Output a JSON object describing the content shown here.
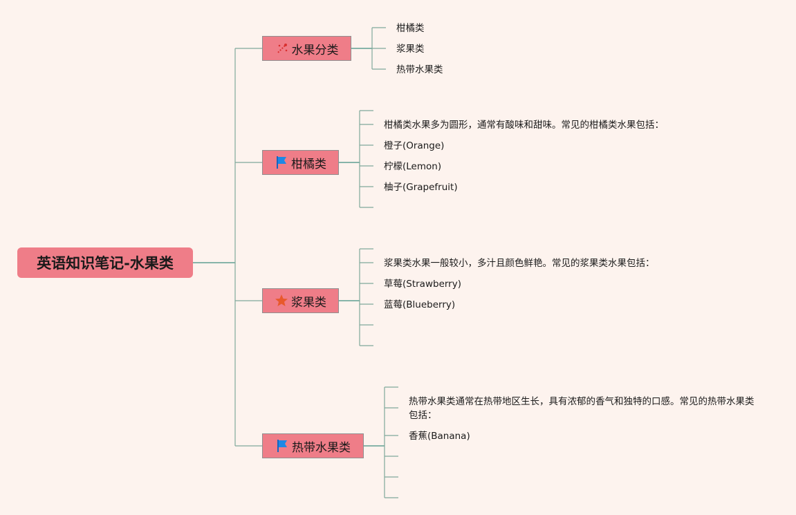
{
  "root": {
    "title": "英语知识笔记-水果类"
  },
  "branches": [
    {
      "label": "水果分类",
      "icon": "sparkle-icon",
      "leaves": [
        "柑橘类",
        "浆果类",
        "热带水果类"
      ]
    },
    {
      "label": "柑橘类",
      "icon": "flag-icon",
      "leaves": [
        "柑橘类水果多为圆形，通常有酸味和甜味。常见的柑橘类水果包括：",
        "橙子(Orange)",
        "柠檬(Lemon)",
        "柚子(Grapefruit)"
      ]
    },
    {
      "label": "浆果类",
      "icon": "star-icon",
      "leaves": [
        "浆果类水果一般较小，多汁且颜色鲜艳。常见的浆果类水果包括：",
        "草莓(Strawberry)",
        "蓝莓(Blueberry)"
      ]
    },
    {
      "label": "热带水果类",
      "icon": "flag-icon",
      "leaves": [
        "热带水果类通常在热带地区生长，具有浓郁的香气和独特的口感。常见的热带水果类包括：",
        "香蕉(Banana)"
      ]
    }
  ],
  "colors": {
    "background": "#fdf3ee",
    "node_fill": "#ef7d88",
    "connector": "#7fa89a",
    "flag_blue": "#1e88e5",
    "star_orange": "#e8592c",
    "sparkle_red": "#d93030"
  }
}
